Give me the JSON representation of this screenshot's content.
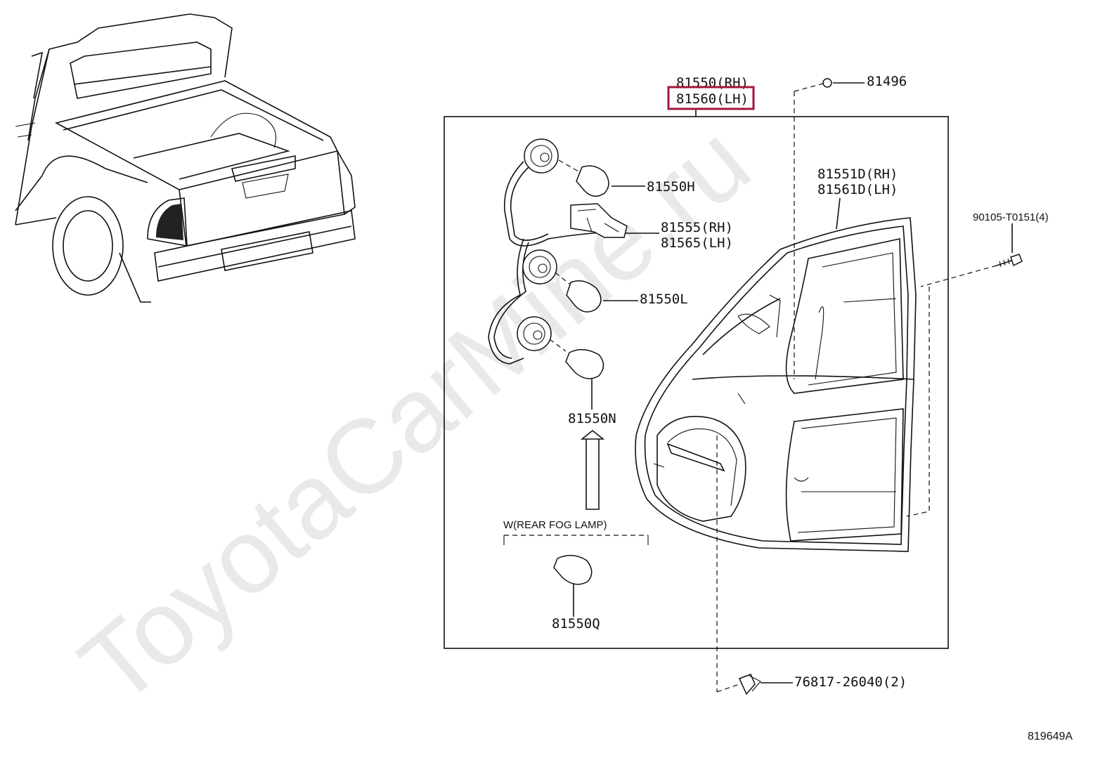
{
  "watermark": "ToyotaCarMine.ru",
  "highlight_color": "#a0173a",
  "diagram_id": "819649A",
  "labels": {
    "assy_rh": "81550(RH)",
    "assy_lh": "81560(LH)",
    "nut": "81496",
    "lens_rh": "81551D(RH)",
    "lens_lh": "81561D(LH)",
    "screw": "90105-T0151(4)",
    "bulb_h": "81550H",
    "socket_rh": "81555(RH)",
    "socket_lh": "81565(LH)",
    "bulb_l": "81550L",
    "bulb_n": "81550N",
    "fog_lamp": "W(REAR FOG LAMP)",
    "bulb_q": "81550Q",
    "clip": "76817-26040(2)"
  }
}
